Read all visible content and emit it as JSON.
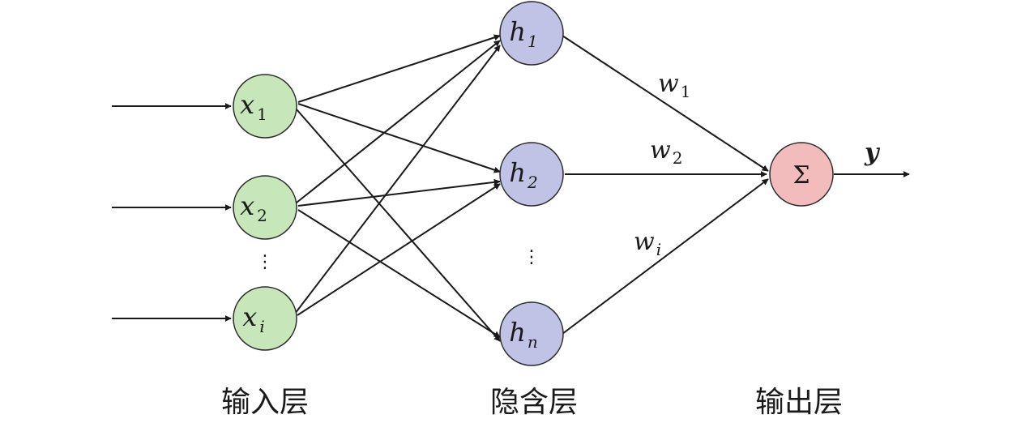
{
  "input_nodes": [
    {
      "var": "x",
      "sub": "1"
    },
    {
      "var": "x",
      "sub": "2"
    },
    {
      "var": "x",
      "sub": "i"
    }
  ],
  "hidden_nodes": [
    {
      "var": "h",
      "sub": "1"
    },
    {
      "var": "h",
      "sub": "2"
    },
    {
      "var": "h",
      "sub": "n"
    }
  ],
  "output_node": {
    "symbol": "Σ"
  },
  "output_label": "y",
  "weights": [
    {
      "var": "w",
      "sub": "1"
    },
    {
      "var": "w",
      "sub": "2"
    },
    {
      "var": "w",
      "sub": "i"
    }
  ],
  "ellipsis": "⋮",
  "layer_labels": {
    "input": "输入层",
    "hidden": "隐含层",
    "output": "输出层"
  },
  "colors": {
    "input_fill": "#c7e6b9",
    "hidden_fill": "#c0c2e6",
    "output_fill": "#f3bcbc",
    "edge": "#1a1a1a"
  }
}
